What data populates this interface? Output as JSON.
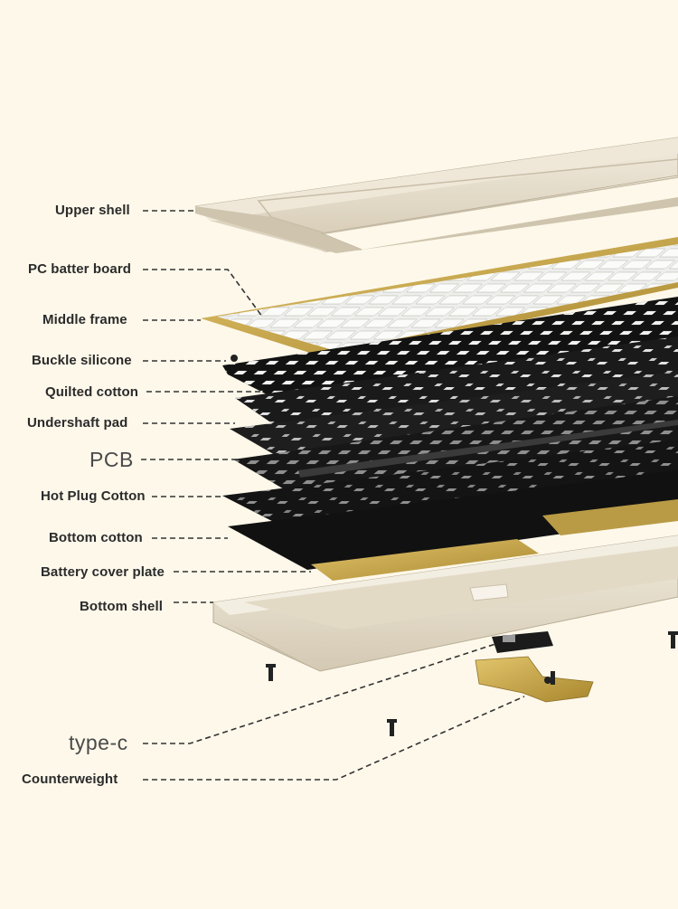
{
  "diagram": {
    "labels": [
      {
        "id": "upper-shell",
        "text": "Upper shell"
      },
      {
        "id": "pc-batter-board",
        "text": "PC batter board"
      },
      {
        "id": "middle-frame",
        "text": "Middle frame"
      },
      {
        "id": "buckle-silicone",
        "text": "Buckle silicone"
      },
      {
        "id": "quilted-cotton",
        "text": "Quilted cotton"
      },
      {
        "id": "undershaft-pad",
        "text": "Undershaft pad"
      },
      {
        "id": "pcb",
        "text": "PCB"
      },
      {
        "id": "hot-plug-cotton",
        "text": "Hot Plug Cotton"
      },
      {
        "id": "bottom-cotton",
        "text": "Bottom cotton"
      },
      {
        "id": "battery-cover-plate",
        "text": "Battery cover plate"
      },
      {
        "id": "bottom-shell",
        "text": "Bottom shell"
      },
      {
        "id": "type-c",
        "text": "type-c"
      },
      {
        "id": "counterweight",
        "text": "Counterweight"
      }
    ],
    "colors": {
      "background": "#fdf8ea",
      "shell": "#e8dfcc",
      "brass": "#c9a84c",
      "black_layer": "#161616",
      "keycap_grid": "#f4f4f2"
    }
  }
}
